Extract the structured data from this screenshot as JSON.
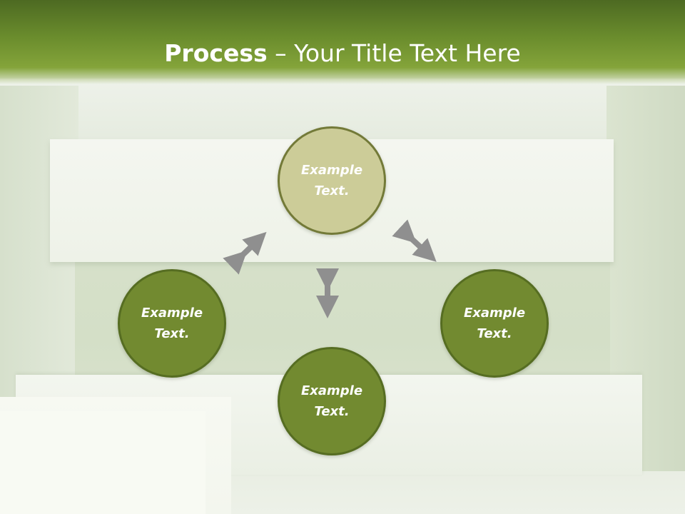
{
  "slide": {
    "title_strong": "Process",
    "title_rest": " – Your Title Text Here"
  },
  "nodes": {
    "top": "Example\nText.",
    "left": "Example\nText.",
    "right": "Example\nText.",
    "bottom": "Example\nText."
  },
  "colors": {
    "header": "#6b8d2d",
    "node_green": "#728a30",
    "node_top": "#cccc98",
    "arrow": "#8f8f8f"
  }
}
